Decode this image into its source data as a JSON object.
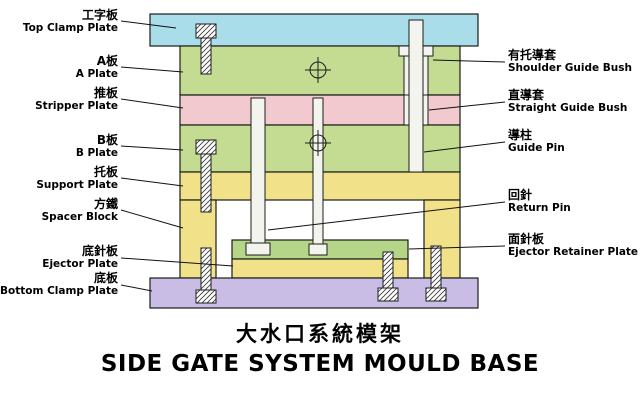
{
  "title": {
    "chinese": "大水口系統模架",
    "english": "SIDE GATE SYSTEM MOULD BASE"
  },
  "labels_left": [
    {
      "zh": "工字板",
      "en": "Top Clamp Plate"
    },
    {
      "zh": "A板",
      "en": "A Plate"
    },
    {
      "zh": "推板",
      "en": "Stripper Plate"
    },
    {
      "zh": "B板",
      "en": "B Plate"
    },
    {
      "zh": "托板",
      "en": "Support Plate"
    },
    {
      "zh": "方鐵",
      "en": "Spacer Block"
    },
    {
      "zh": "底針板",
      "en": "Ejector Plate"
    },
    {
      "zh": "底板",
      "en": "Bottom Clamp Plate"
    }
  ],
  "labels_right": [
    {
      "zh": "有托導套",
      "en": "Shoulder Guide Bush"
    },
    {
      "zh": "直導套",
      "en": "Straight Guide Bush"
    },
    {
      "zh": "導柱",
      "en": "Guide Pin"
    },
    {
      "zh": "回針",
      "en": "Return Pin"
    },
    {
      "zh": "面針板",
      "en": "Ejector Retainer Plate"
    }
  ],
  "colors": {
    "top_clamp": "#a9dde9",
    "a_plate": "#c3dc92",
    "stripper": "#f2c9cf",
    "b_plate": "#c3dc92",
    "support": "#f1e28a",
    "spacer": "#f1e28a",
    "ejector_retainer": "#b5d688",
    "ejector": "#f1e28a",
    "bottom_clamp": "#c9bde5",
    "pin": "#f4f4ee",
    "outline": "#1c1c1c"
  }
}
